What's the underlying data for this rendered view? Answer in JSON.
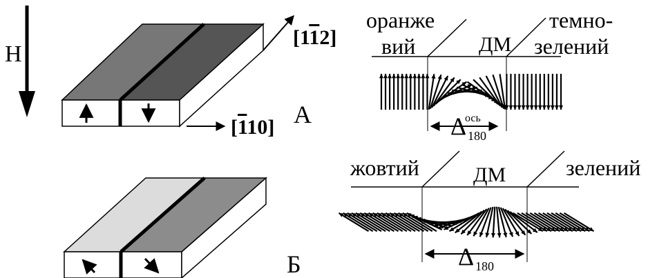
{
  "field": {
    "label": "H"
  },
  "direction_labels": {
    "axis_112": {
      "open": "[1",
      "bar": "1",
      "close": "2]"
    },
    "axis_110": {
      "open": "[",
      "bar": "1",
      "close": "10]"
    }
  },
  "panels": [
    {
      "id": "A",
      "label": "А",
      "left_domain": "оранже\nвий",
      "wall": "ДМ",
      "right_domain": "темно-\nзелений",
      "width_symbol": "Δ",
      "width_superscript": "ось",
      "width_subscript": "180",
      "colors": {
        "left_face": "#777777",
        "right_face": "#555555"
      }
    },
    {
      "id": "B",
      "label": "Б",
      "left_domain": "жовтий",
      "wall": "ДМ",
      "right_domain": "зелений",
      "width_symbol": "Δ",
      "width_superscript": "",
      "width_subscript": "180",
      "colors": {
        "left_face": "#dcdcdc",
        "right_face": "#8c8c8c"
      }
    }
  ]
}
